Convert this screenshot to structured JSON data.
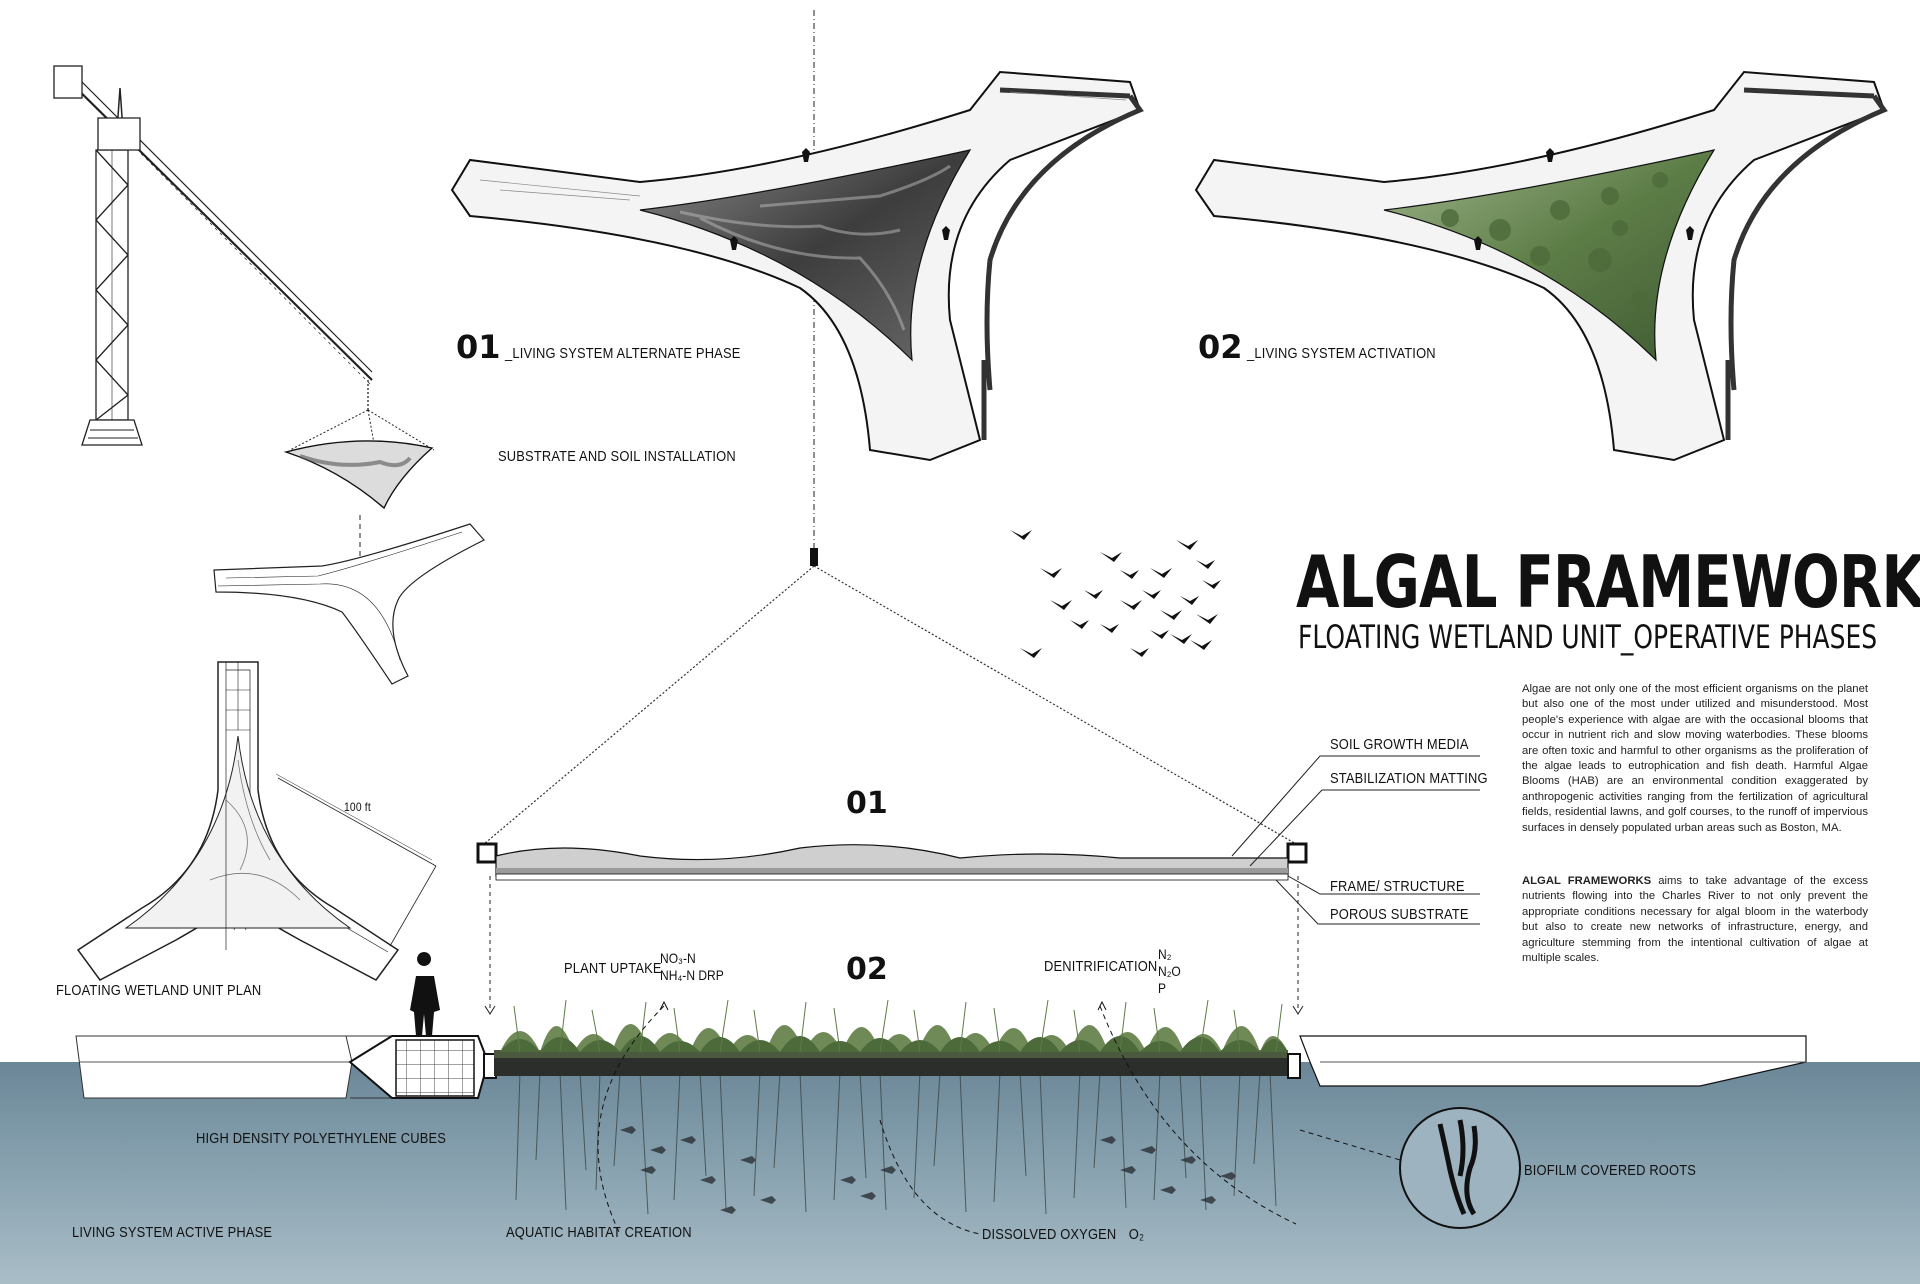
{
  "title": "ALGAL FRAMEWORKS",
  "subtitle": "FLOATING WETLAND UNIT_OPERATIVE PHASES",
  "phases": [
    {
      "num": "01",
      "label": "_LIVING SYSTEM ALTERNATE PHASE"
    },
    {
      "num": "02",
      "label": "_LIVING SYSTEM ACTIVATION"
    }
  ],
  "labels": {
    "substrate_install": "SUBSTRATE AND SOIL INSTALLATION",
    "unit_plan": "FLOATING WETLAND UNIT PLAN",
    "dimension": "100 ft",
    "soil_growth": "SOIL GROWTH MEDIA",
    "stabilization": "STABILIZATION MATTING",
    "frame": "FRAME/ STRUCTURE",
    "porous": "POROUS SUBSTRATE",
    "section_01": "01",
    "section_02": "02",
    "plant_uptake": "PLANT UPTAKE",
    "denitrification": "DENITRIFICATION",
    "hdpe": "HIGH DENSITY POLYETHYLENE CUBES",
    "active_phase": "LIVING SYSTEM ACTIVE PHASE",
    "aquatic": "AQUATIC HABITAT CREATION",
    "dissolved": "DISSOLVED OXYGEN",
    "biofilm": "BIOFILM COVERED ROOTS"
  },
  "chem_uptake": [
    "NO₃-N",
    "NH₄-N DRP"
  ],
  "chem_denit": [
    "N₂",
    "N₂O",
    "P"
  ],
  "dissolved_sym": "O₂",
  "paragraph1": "Algae are not only one of the most efficient organisms on the planet but also one of the most under utilized and misunderstood. Most people's experience with algae are with the occasional blooms that occur in nutrient rich and slow moving waterbodies. These blooms are often toxic and harmful to other organisms as the proliferation of the algae leads to eutrophication and fish death. Harmful Algae Blooms (HAB) are an environmental condition exaggerated by anthropogenic activities ranging from the fertilization of agricultural fields, residential lawns, and golf courses, to the runoff of impervious surfaces in densely populated urban areas such as Boston, MA.",
  "paragraph2_bold": "ALGAL FRAMEWORKS",
  "paragraph2_rest": " aims to take advantage of the excess nutrients flowing into the Charles River to not only prevent the appropriate conditions necessary for algal bloom in the waterbody but also to create new networks of infrastructure, energy, and agriculture stemming from the intentional cultivation of algae at multiple scales.",
  "colors": {
    "water": "#5f7d8f",
    "water_light": "#9db3bf",
    "grass": "#5f7a44",
    "plant_dark": "#3c4a3a",
    "planting": "#6f8f58"
  }
}
